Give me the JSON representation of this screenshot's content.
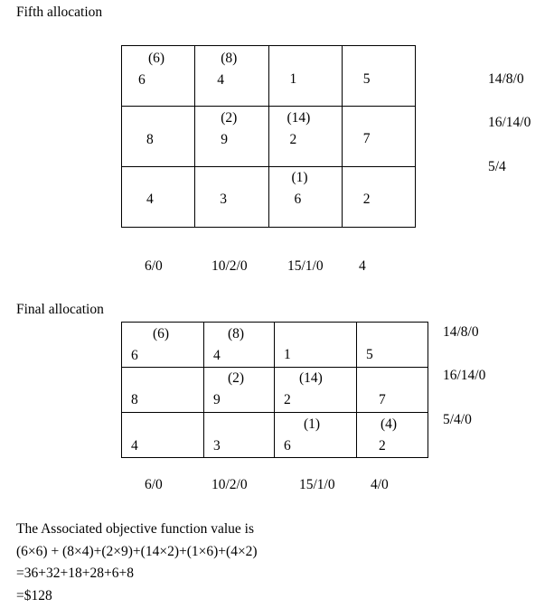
{
  "fifth": {
    "heading": "Fifth allocation",
    "cells": [
      [
        {
          "alloc": "(6)",
          "cost": "6"
        },
        {
          "alloc": "(8)",
          "cost": "4"
        },
        {
          "alloc": "",
          "cost": "1"
        },
        {
          "alloc": "",
          "cost": "5"
        }
      ],
      [
        {
          "alloc": "",
          "cost": "8"
        },
        {
          "alloc": "(2)",
          "cost": "9"
        },
        {
          "alloc": "(14)",
          "cost": "2"
        },
        {
          "alloc": "",
          "cost": "7"
        }
      ],
      [
        {
          "alloc": "",
          "cost": "4"
        },
        {
          "alloc": "",
          "cost": "3"
        },
        {
          "alloc": "(1)",
          "cost": "6"
        },
        {
          "alloc": "",
          "cost": "2"
        }
      ]
    ],
    "supply": [
      "14/8/0",
      "16/14/0",
      "5/4"
    ],
    "demand": [
      "6/0",
      "10/2/0",
      "15/1/0",
      "4"
    ]
  },
  "final": {
    "heading": "Final allocation",
    "cells": [
      [
        {
          "alloc": "(6)",
          "cost": "6"
        },
        {
          "alloc": "(8)",
          "cost": "4"
        },
        {
          "alloc": "",
          "cost": "1"
        },
        {
          "alloc": "",
          "cost": "5"
        }
      ],
      [
        {
          "alloc": "",
          "cost": "8"
        },
        {
          "alloc": "(2)",
          "cost": "9"
        },
        {
          "alloc": "(14)",
          "cost": "2"
        },
        {
          "alloc": "",
          "cost": "7"
        }
      ],
      [
        {
          "alloc": "",
          "cost": "4"
        },
        {
          "alloc": "",
          "cost": "3"
        },
        {
          "alloc": "(1)",
          "cost": "6"
        },
        {
          "alloc": "(4)",
          "cost": "2"
        }
      ]
    ],
    "supply": [
      "14/8/0",
      "16/14/0",
      "5/4/0"
    ],
    "demand": [
      "6/0",
      "10/2/0",
      "15/1/0",
      "4/0"
    ]
  },
  "objective": {
    "line1": "The Associated objective function value is",
    "line2": "(6×6) + (8×4)+(2×9)+(14×2)+(1×6)+(4×2)",
    "line3": "=36+32+18+28+6+8",
    "line4": "=$128"
  }
}
